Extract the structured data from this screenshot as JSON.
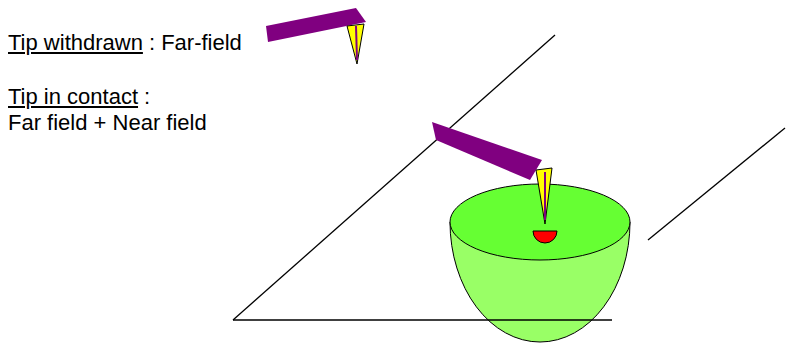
{
  "diagram": {
    "labels": [
      "Tip withdrawn",
      ": Far-field",
      "Tip in contact",
      ":",
      "Far field + Near field"
    ]
  }
}
